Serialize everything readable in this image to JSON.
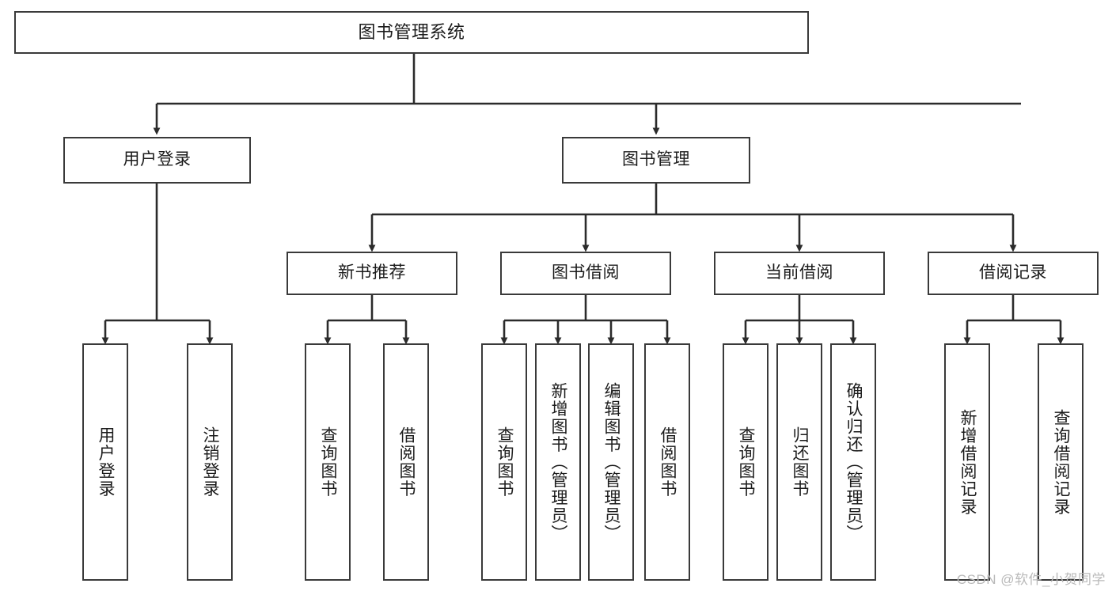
{
  "diagram": {
    "type": "tree",
    "title": "图书管理系统",
    "root": {
      "id": "root",
      "label": "图书管理系统"
    },
    "level2": [
      {
        "id": "user-login",
        "label": "用户登录"
      },
      {
        "id": "book-management",
        "label": "图书管理"
      }
    ],
    "level3": [
      {
        "id": "new-book-recommend",
        "label": "新书推荐",
        "parent": "book-management"
      },
      {
        "id": "book-borrow",
        "label": "图书借阅",
        "parent": "book-management"
      },
      {
        "id": "current-borrow",
        "label": "当前借阅",
        "parent": "book-management"
      },
      {
        "id": "borrow-record",
        "label": "借阅记录",
        "parent": "book-management"
      }
    ],
    "leaves": [
      {
        "id": "leaf-user-login",
        "label": "用户登录",
        "parent": "user-login"
      },
      {
        "id": "leaf-logout",
        "label": "注销登录",
        "parent": "user-login"
      },
      {
        "id": "leaf-query-book-1",
        "label": "查询图书",
        "parent": "new-book-recommend"
      },
      {
        "id": "leaf-borrow-book-1",
        "label": "借阅图书",
        "parent": "new-book-recommend"
      },
      {
        "id": "leaf-query-book-2",
        "label": "查询图书",
        "parent": "book-borrow"
      },
      {
        "id": "leaf-add-book",
        "label": "新增图书（管理员）",
        "parent": "book-borrow"
      },
      {
        "id": "leaf-edit-book",
        "label": "编辑图书（管理员）",
        "parent": "book-borrow"
      },
      {
        "id": "leaf-borrow-book-2",
        "label": "借阅图书",
        "parent": "book-borrow"
      },
      {
        "id": "leaf-query-book-3",
        "label": "查询图书",
        "parent": "current-borrow"
      },
      {
        "id": "leaf-return-book",
        "label": "归还图书",
        "parent": "current-borrow"
      },
      {
        "id": "leaf-confirm-return",
        "label": "确认归还（管理员）",
        "parent": "current-borrow"
      },
      {
        "id": "leaf-add-record",
        "label": "新增借阅记录",
        "parent": "borrow-record"
      },
      {
        "id": "leaf-query-record",
        "label": "查询借阅记录",
        "parent": "borrow-record"
      }
    ]
  },
  "watermark": {
    "text": "CSDN @软件_小贺同学"
  },
  "colors": {
    "background": "#ffffff",
    "box_border": "#3a3a3a",
    "box_fill": "#ffffff",
    "text": "#1b1b1b",
    "connector": "#2b2b2b",
    "watermark": "#b9b9b9"
  }
}
